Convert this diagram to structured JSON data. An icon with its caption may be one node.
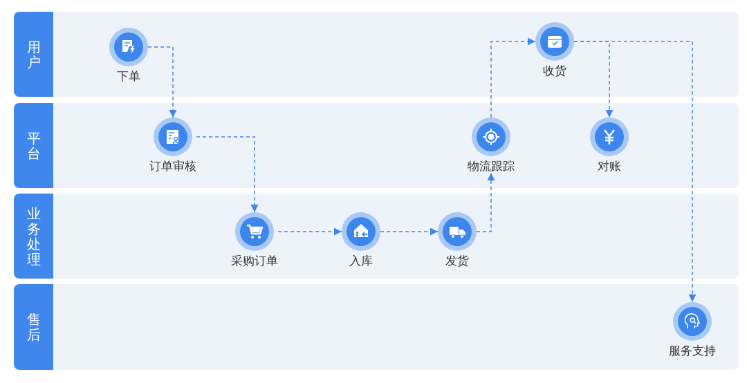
{
  "diagram": {
    "nodes": [
      {
        "text": [
          "用户"
        ]
      },
      {
        "text": [
          "平台"
        ]
      },
      {
        "text": [
          "业务处理"
        ]
      },
      {
        "text": [
          "售后"
        ]
      },
      {
        "text": [
          "下单"
        ],
        "in": 0
      },
      {
        "text": [
          "订单审核"
        ],
        "in": 1
      },
      {
        "text": [
          "采购订单"
        ],
        "in": 2
      },
      {
        "text": [
          "入库"
        ],
        "in": 2
      },
      {
        "text": [
          "发货"
        ],
        "in": 2
      },
      {
        "text": [
          "物流跟踪"
        ],
        "in": 1
      },
      {
        "text": [
          "收货"
        ],
        "in": 0
      },
      {
        "text": [
          "对账"
        ],
        "in": 1
      },
      {
        "text": [
          "服务支持"
        ],
        "in": 3
      }
    ],
    "edges": [
      {
        "from": 4,
        "to": 5,
        "arrow": "to",
        "style": "dashed"
      },
      {
        "from": 5,
        "to": 6,
        "arrow": "to",
        "style": "dashed"
      },
      {
        "from": 6,
        "to": 7,
        "arrow": "to",
        "style": "dashed"
      },
      {
        "from": 7,
        "to": 8,
        "arrow": "to",
        "style": "dashed"
      },
      {
        "from": 8,
        "to": 9,
        "arrow": "to",
        "style": "dashed"
      },
      {
        "from": 9,
        "to": 10,
        "arrow": "to",
        "style": "dashed"
      },
      {
        "from": 10,
        "to": 11,
        "arrow": "to",
        "style": "dashed"
      },
      {
        "from": 10,
        "to": 12,
        "arrow": "to",
        "style": "dashed"
      }
    ]
  }
}
